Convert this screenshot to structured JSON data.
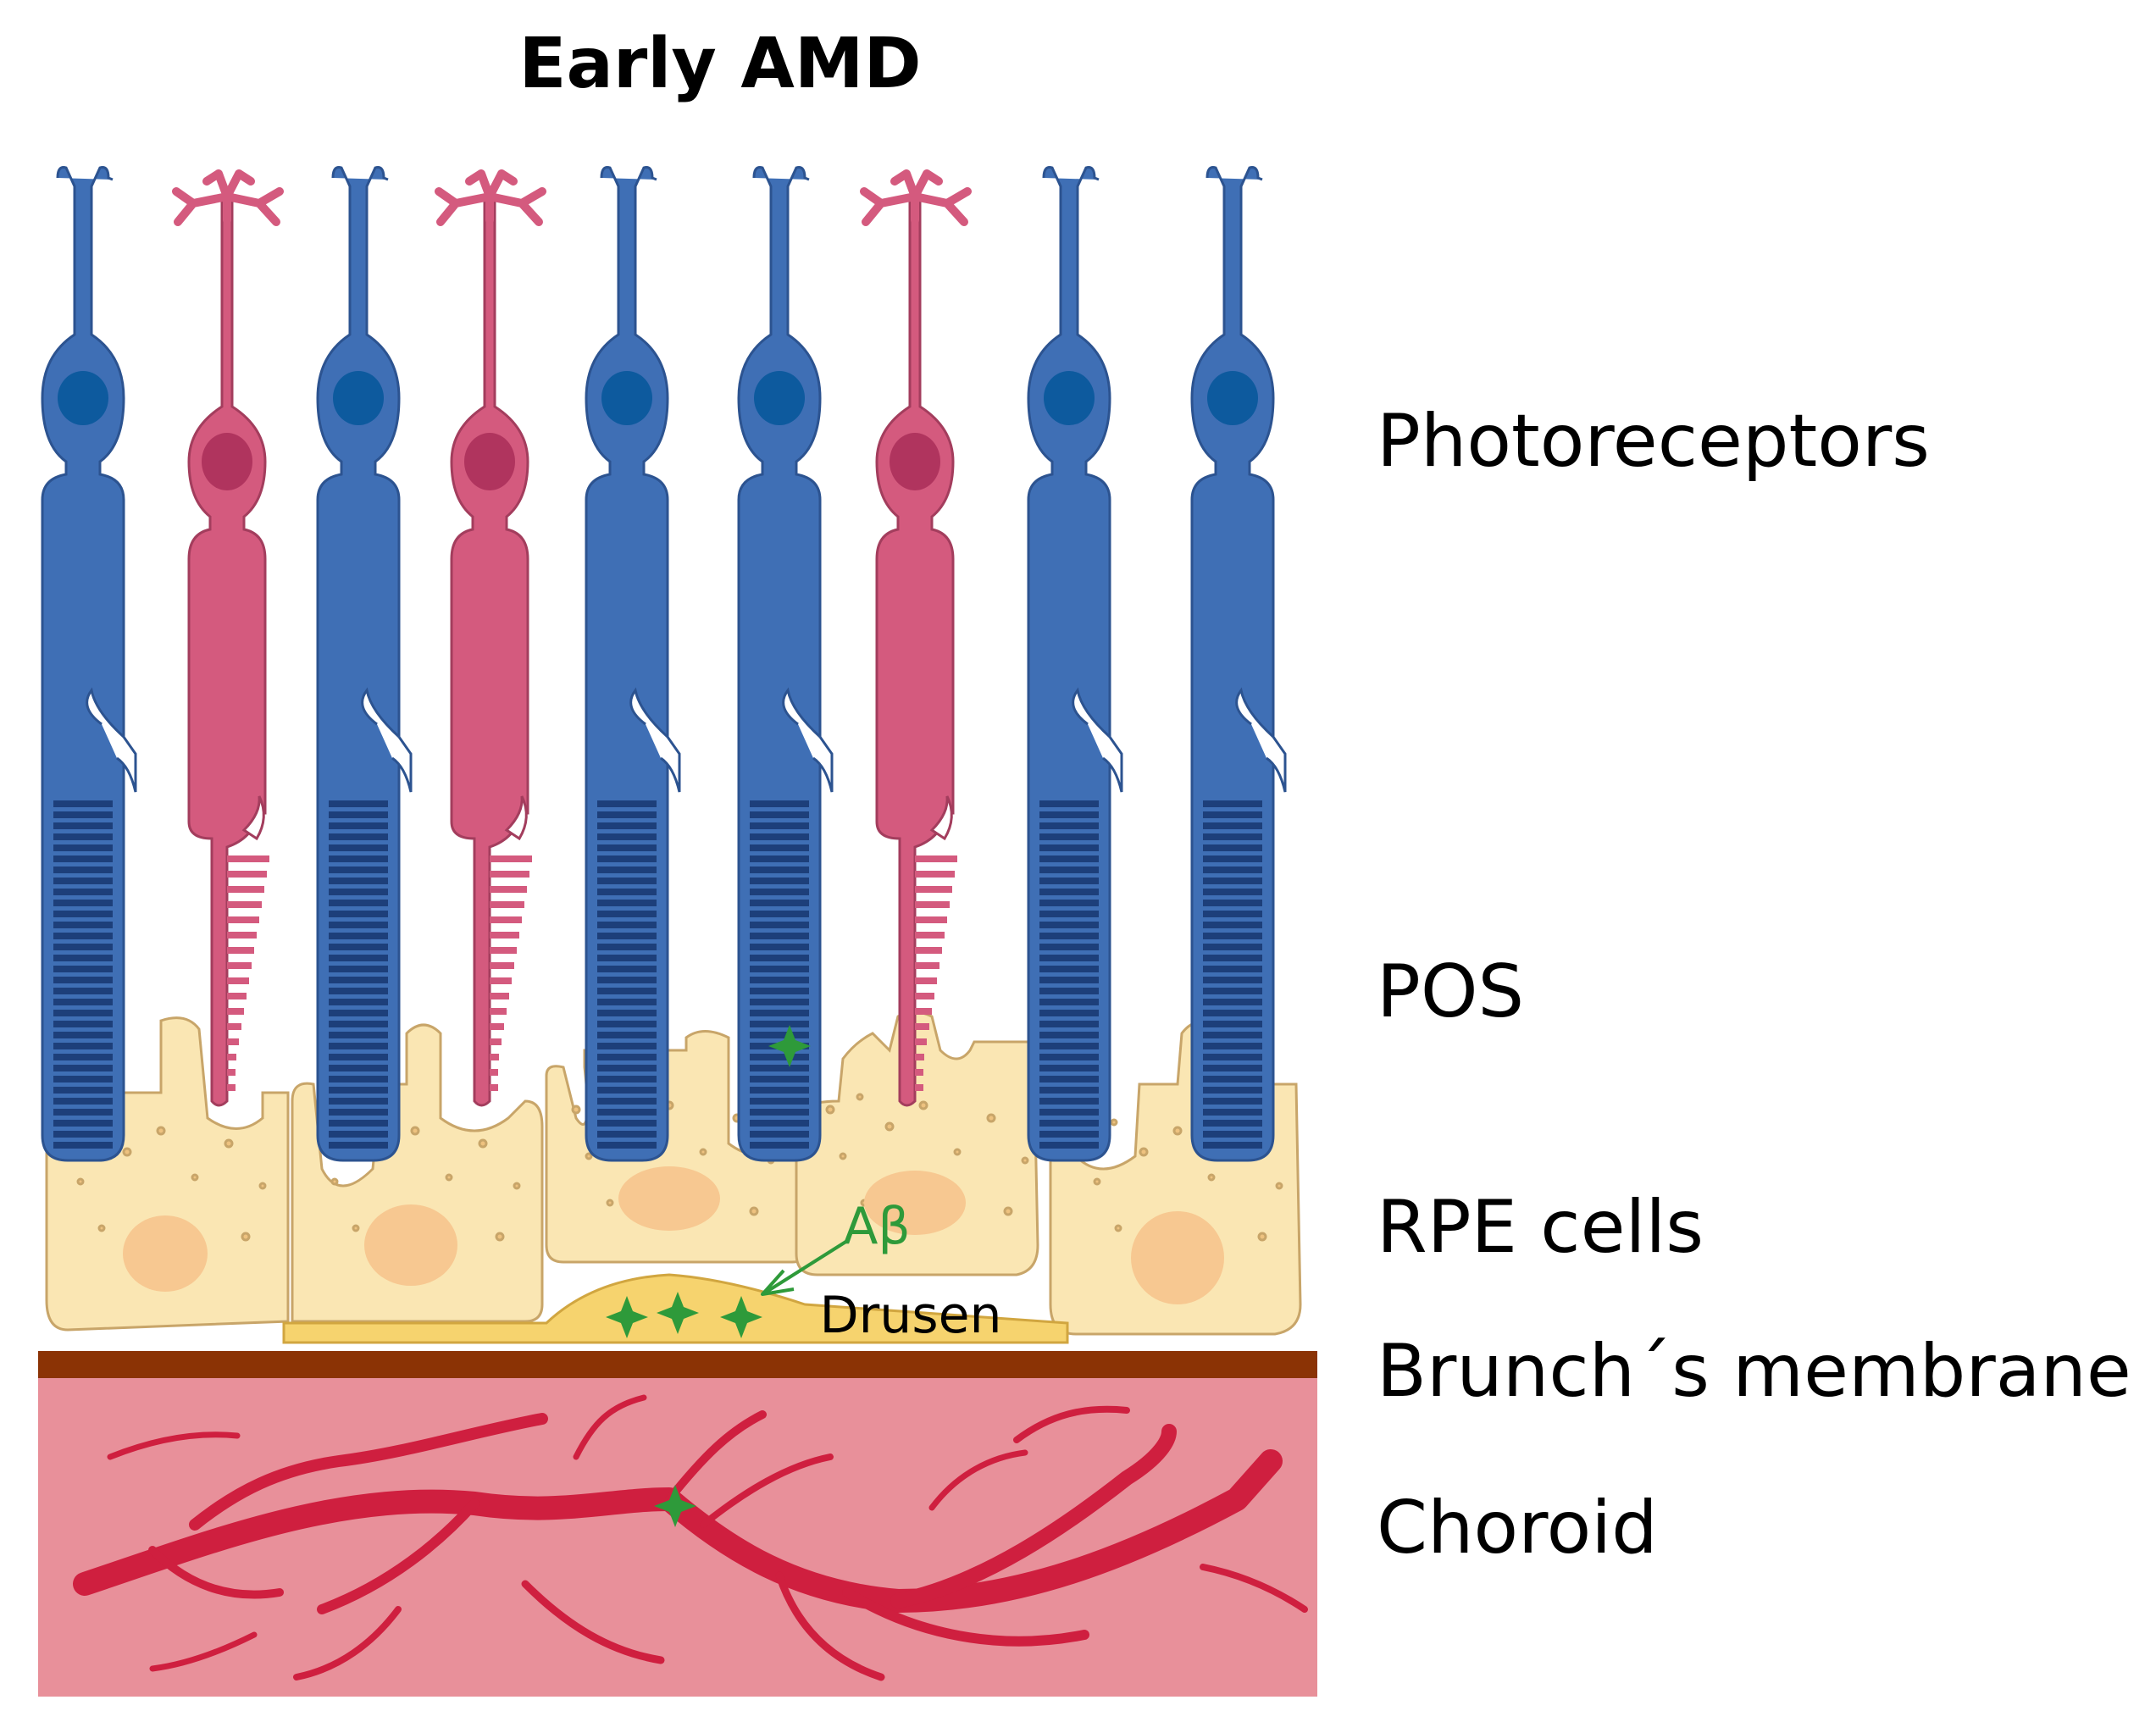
{
  "title": "Early AMD",
  "labels": {
    "photoreceptors": "Photoreceptors",
    "pos": "POS",
    "rpe_cells": "RPE cells",
    "bruchs_membrane": "Brunch´s membrane",
    "choroid": "Choroid",
    "drusen": "Drusen",
    "abeta": "Aβ"
  },
  "photoreceptor_order": [
    "rod",
    "cone",
    "rod",
    "cone",
    "rod",
    "rod",
    "cone",
    "rod",
    "rod"
  ],
  "colors": {
    "rod": "#3f6fb5",
    "rod_nucleus": "#0d5a9e",
    "rod_disc": "#1d3f7a",
    "cone": "#d45a7e",
    "cone_nucleus": "#b0345e",
    "rpe_fill": "#fae6b3",
    "rpe_stroke": "#c8a569",
    "rpe_nucleus": "#f7c891",
    "drusen": "#f6d36e",
    "bruchs_membrane": "#8b3305",
    "choroid_bg": "#e8909a",
    "vessel": "#cf1f3f",
    "abeta": "#2e9a3a"
  }
}
